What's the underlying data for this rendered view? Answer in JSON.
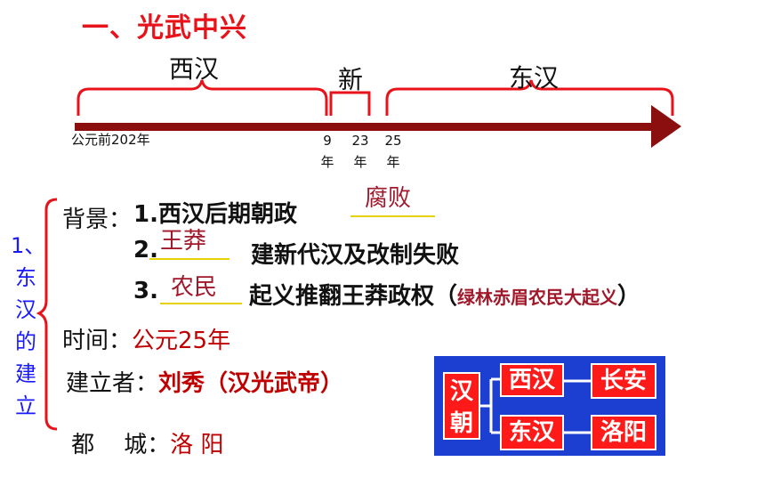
{
  "title": "一、光武中兴",
  "timeline": {
    "eras": [
      "西汉",
      "新",
      "东汉"
    ],
    "start_label": "公元前202年",
    "years": [
      {
        "num": "9",
        "unit": "年"
      },
      {
        "num": "23",
        "unit": "年"
      },
      {
        "num": "25",
        "unit": "年"
      }
    ]
  },
  "side_label": [
    "1、",
    "东",
    "汉",
    "的",
    "建",
    "立"
  ],
  "background": {
    "label": "背景：",
    "items": [
      {
        "num": "1.",
        "before": "西汉后期朝政",
        "answer": "腐败",
        "after": ""
      },
      {
        "num": "2.",
        "before": "",
        "answer": "王莽",
        "after": "建新代汉及改制失败"
      },
      {
        "num": "3.",
        "before": "",
        "answer": "农民",
        "after": "起义推翻王莽政权（",
        "note": "绿林赤眉农民大起义",
        "close": "）"
      }
    ]
  },
  "time": {
    "label": "时间：",
    "value": "公元25年"
  },
  "founder": {
    "label": "建立者：",
    "value": "刘秀（汉光武帝）"
  },
  "capital": {
    "label": "都    城：",
    "value": "洛 阳"
  },
  "diagram": {
    "root": "汉朝",
    "root_chars": [
      "汉",
      "朝"
    ],
    "rows": [
      {
        "dynasty": "西汉",
        "capital": "长安"
      },
      {
        "dynasty": "东汉",
        "capital": "洛阳"
      }
    ]
  },
  "colors": {
    "red": "#e8121a",
    "dark_red": "#8b0000",
    "blue": "#1a1aff",
    "diagram_bg": "#1c3fd1"
  }
}
